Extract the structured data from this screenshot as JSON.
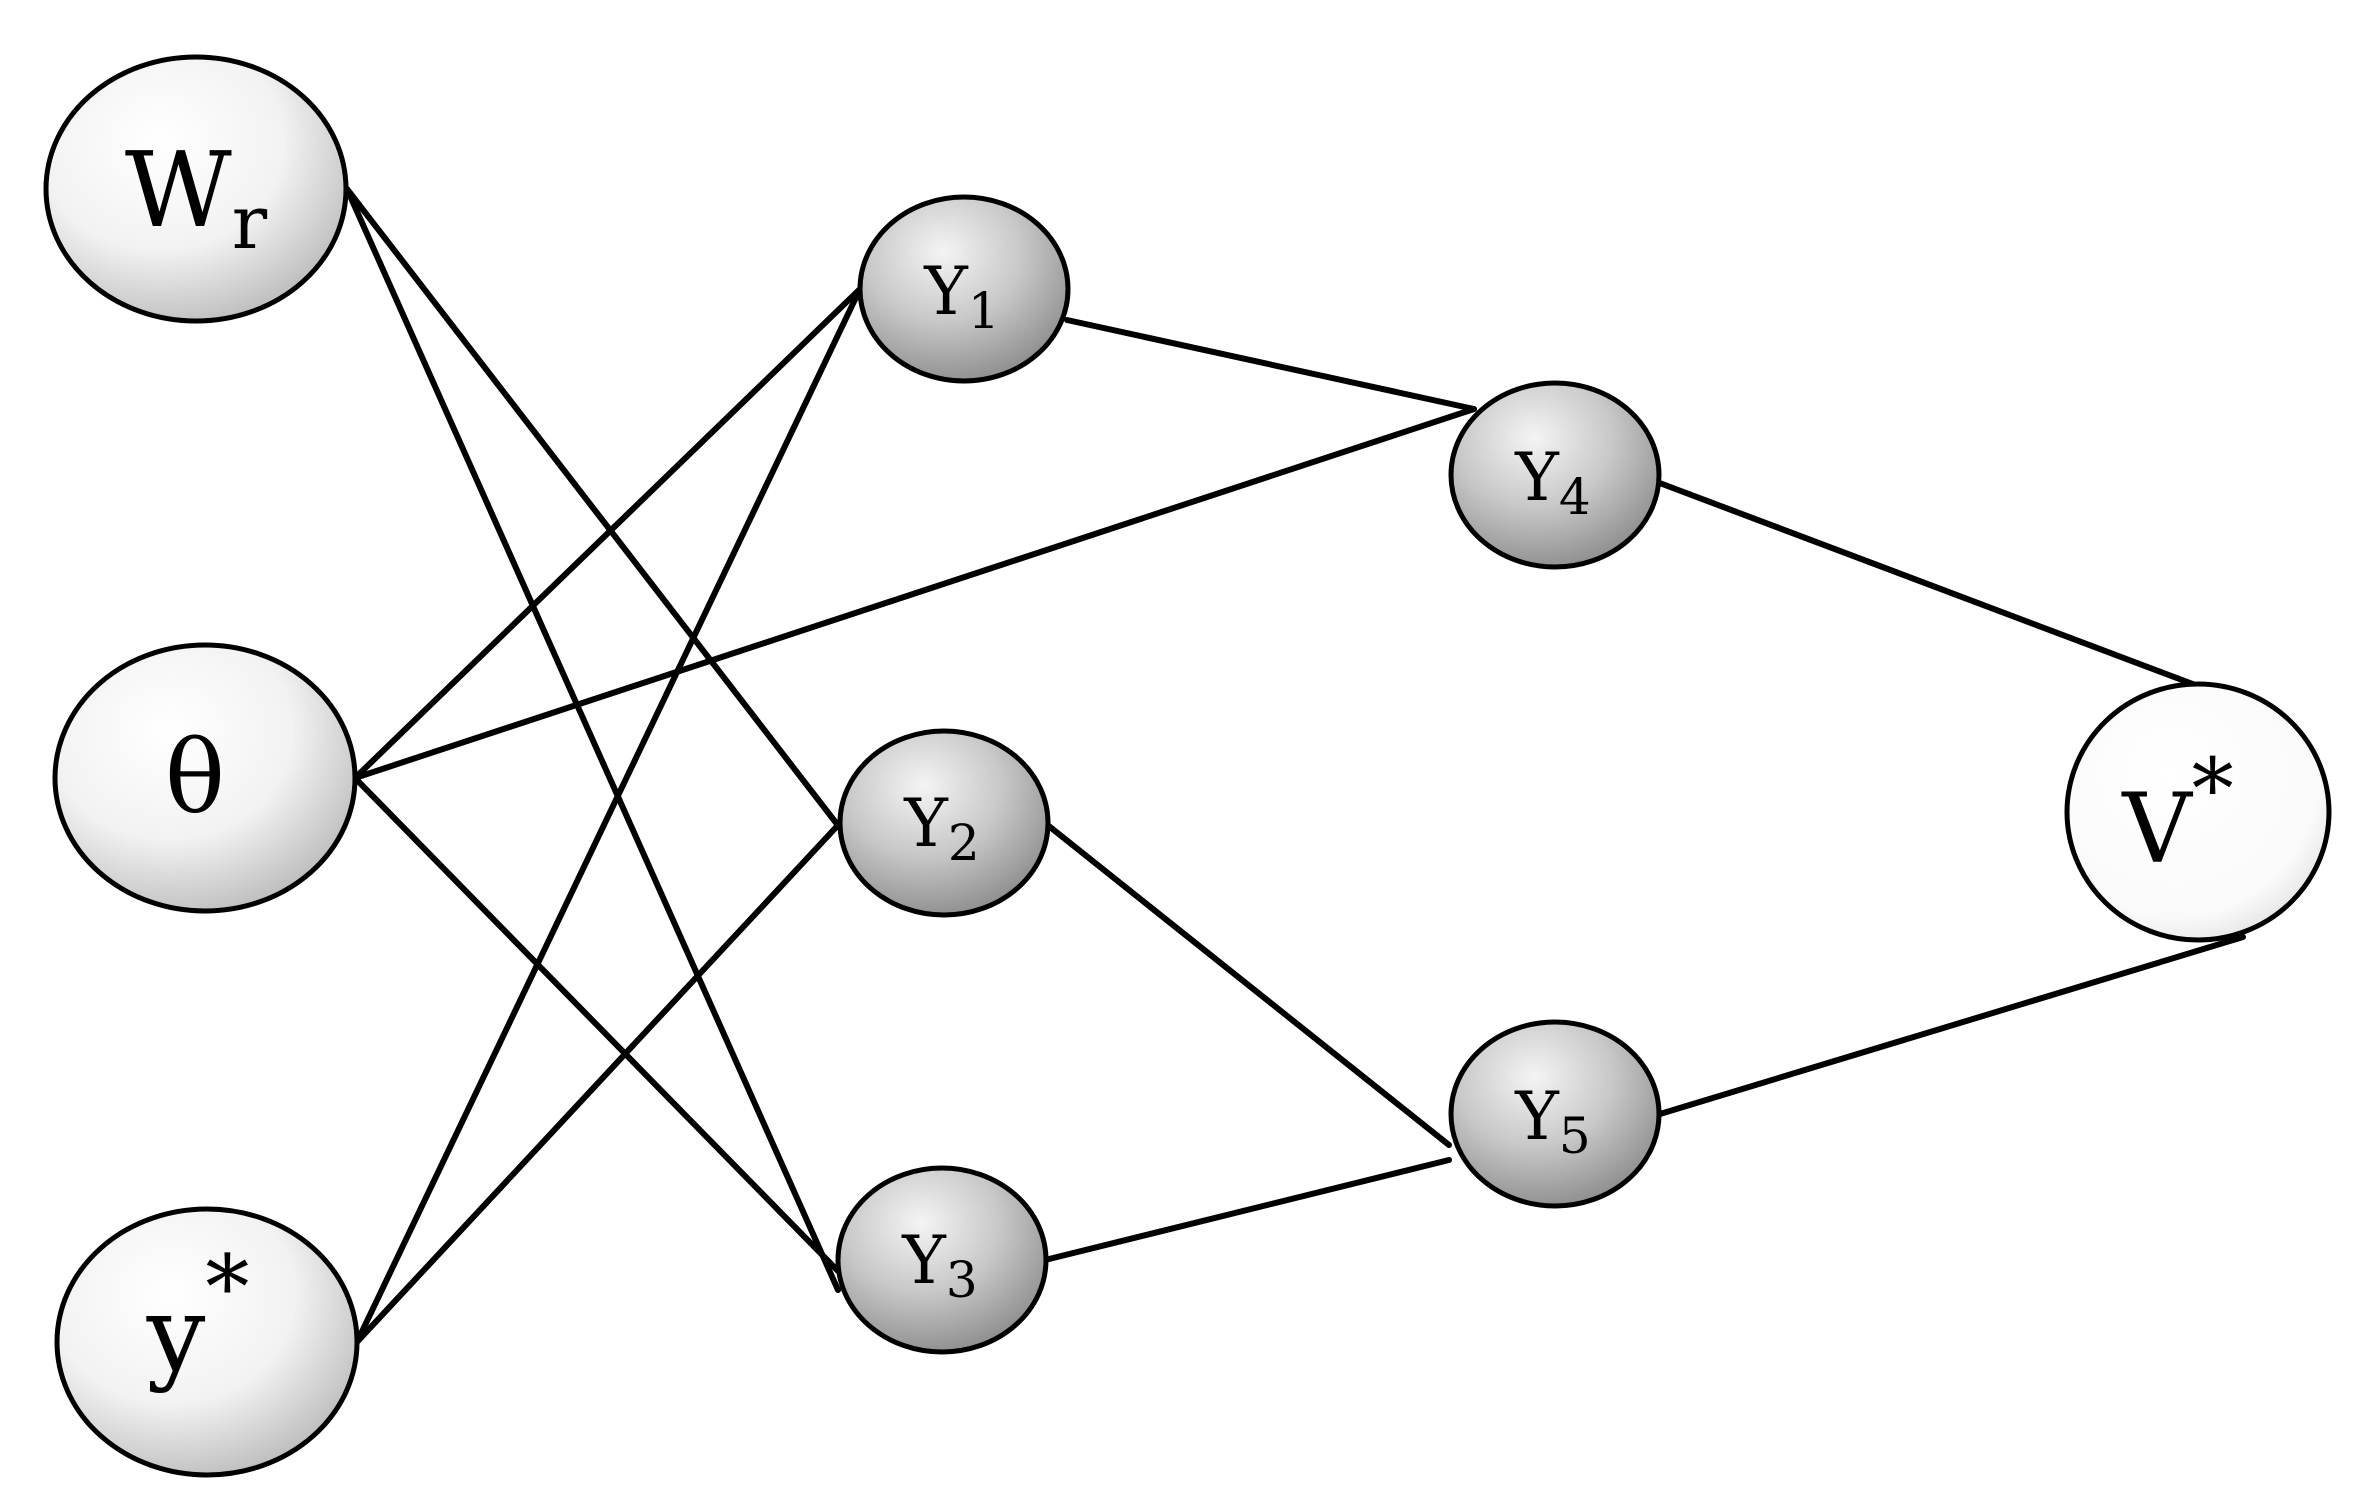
{
  "nodes": {
    "wr": {
      "main": "W",
      "sub": "r"
    },
    "theta": {
      "main": "θ"
    },
    "ystar": {
      "main": "y",
      "sup": "*"
    },
    "y1": {
      "main": "Y",
      "sub": "1"
    },
    "y2": {
      "main": "Y",
      "sub": "2"
    },
    "y3": {
      "main": "Y",
      "sub": "3"
    },
    "y4": {
      "main": "Y",
      "sub": "4"
    },
    "y5": {
      "main": "Y",
      "sub": "5"
    },
    "vstar": {
      "main": "V",
      "sup": "*"
    }
  },
  "edges": [
    [
      "wr",
      "y2"
    ],
    [
      "wr",
      "y3"
    ],
    [
      "theta",
      "y1"
    ],
    [
      "theta",
      "y4"
    ],
    [
      "theta",
      "y3"
    ],
    [
      "ystar",
      "y1"
    ],
    [
      "ystar",
      "y2"
    ],
    [
      "y1",
      "y4"
    ],
    [
      "y2",
      "y5"
    ],
    [
      "y3",
      "y5"
    ],
    [
      "y4",
      "vstar"
    ],
    [
      "y5",
      "vstar"
    ]
  ],
  "colors": {
    "input_node_fill": "#f2f2f2",
    "hidden_node_fill": "#bdbdbd",
    "output_node_fill": "#ffffff",
    "stroke": "#000000"
  }
}
